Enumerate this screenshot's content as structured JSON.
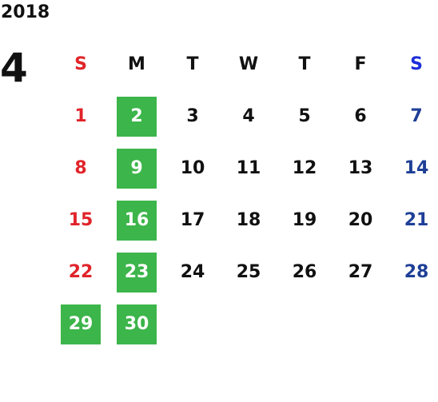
{
  "year": "2018",
  "month": "4",
  "weekdays": [
    "S",
    "M",
    "T",
    "W",
    "T",
    "F",
    "S"
  ],
  "weeks": [
    [
      "1",
      "2",
      "3",
      "4",
      "5",
      "6",
      "7"
    ],
    [
      "8",
      "9",
      "10",
      "11",
      "12",
      "13",
      "14"
    ],
    [
      "15",
      "16",
      "17",
      "18",
      "19",
      "20",
      "21"
    ],
    [
      "22",
      "23",
      "24",
      "25",
      "26",
      "27",
      "28"
    ],
    [
      "29",
      "30",
      "",
      "",
      "",
      "",
      ""
    ]
  ],
  "highlighted_days": [
    "2",
    "9",
    "16",
    "23",
    "29",
    "30"
  ],
  "colors": {
    "sunday": "#e0242a",
    "saturday_header": "#1d2fd8",
    "saturday": "#1e3f96",
    "weekday": "#111111",
    "highlight_bg": "#3cb54a",
    "highlight_text": "#ffffff"
  }
}
